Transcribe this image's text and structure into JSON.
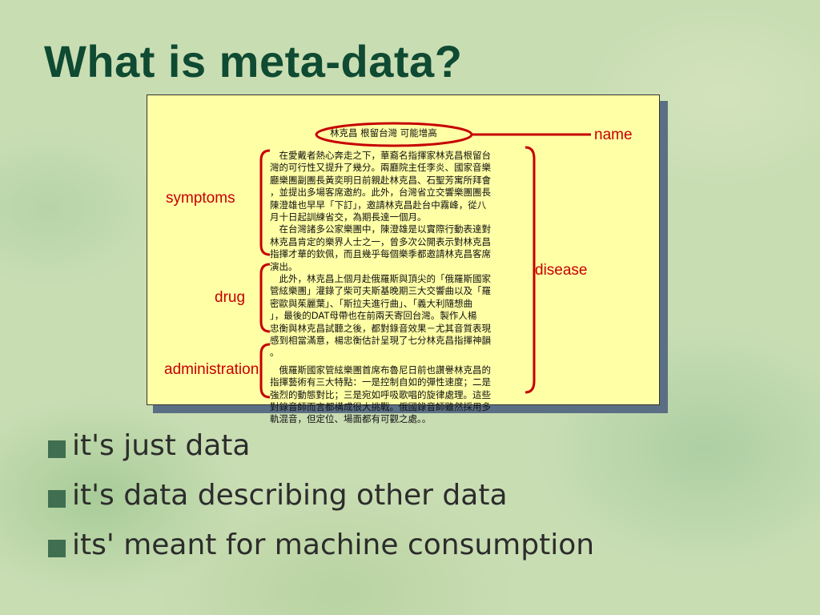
{
  "slide": {
    "title": "What is meta-data?",
    "bullets": [
      "it's just data",
      "it's data describing other data",
      "its' meant for machine consumption"
    ]
  },
  "document": {
    "title": "林克昌 根留台灣 可能增高",
    "lines": [
      "　在愛戴者熱心奔走之下，華裔名指揮家林克昌根留台",
      "灣的可行性又提升了幾分。兩廳院主任李炎、國家音樂",
      "廳樂團副團長黃奕明日前親赴林克昌、石聖芳寓所拜會",
      "，並提出多場客席邀約。此外，台灣省立交響樂團團長",
      "陳澄雄也早早「下訂」，邀請林克昌赴台中霧峰，從八",
      "月十日起訓練省交，為期長達一個月。",
      "　在台灣諸多公家樂團中，陳澄雄是以實際行動表達對",
      "林克昌肯定的樂界人士之一，曾多次公開表示對林克昌",
      "指揮才華的欽佩，而且幾乎每個樂季都邀請林克昌客席",
      "演出。",
      "　此外，林克昌上個月赴俄羅斯與頂尖的「俄羅斯國家",
      "管絃樂團」灌錄了柴可夫斯基晚期三大交響曲以及「羅",
      "密歐與茱麗葉」、「斯拉夫進行曲」、「義大利隨想曲",
      "」，最後的DAT母帶也在前兩天寄回台灣。製作人楊",
      "忠衡與林克昌試聽之後，都對錄音效果－尤其音質表現",
      "感到相當滿意，楊忠衡估計呈現了七分林克昌指揮神韻",
      "。",
      "　俄羅斯國家管絃樂團首席布魯尼日前也讚譽林克昌的",
      "指揮藝術有三大特點：一是控制自如的彈性速度；二是",
      "強烈的動態對比；三是宛如呼吸歌唱的旋律處理。這些",
      "對錄音師而言都構成很大挑戰。俄國錄音師雖然採用多",
      "軌混音，但定位、場面都有可觀之處。。"
    ]
  },
  "annotations": {
    "name": "name",
    "symptoms": "symptoms",
    "disease": "disease",
    "drug": "drug",
    "administration": "administration"
  },
  "colors": {
    "title": "#0f4a32",
    "annotation": "#c60000",
    "document_bg": "#ffffa6",
    "bullet_marker": "#3f6f50"
  }
}
